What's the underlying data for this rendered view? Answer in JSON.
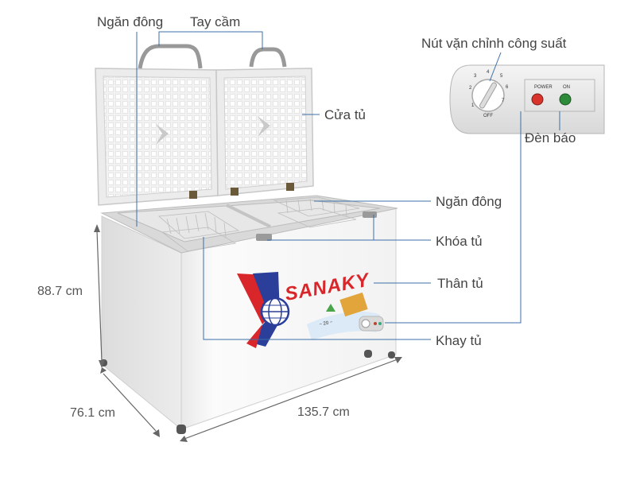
{
  "labels": {
    "ngan_dong_top": "Ngăn đông",
    "tay_cam": "Tay cầm",
    "nut_van": "Nút vặn chỉnh công suất",
    "cua_tu": "Cửa tủ",
    "den_bao": "Đèn báo",
    "ngan_dong_right": "Ngăn đông",
    "khoa_tu": "Khóa tủ",
    "than_tu": "Thân tủ",
    "khay_tu": "Khay tủ"
  },
  "dimensions": {
    "height": "88.7 cm",
    "depth": "76.1 cm",
    "width": "135.7 cm"
  },
  "brand": "SANAKY",
  "control_panel": {
    "power": "POWER",
    "on": "ON",
    "off": "OFF",
    "dial_numbers": [
      "1",
      "2",
      "3",
      "4",
      "5",
      "6",
      "7"
    ],
    "colors": {
      "power_led": "#d8342c",
      "on_led": "#2e8b3a"
    }
  },
  "colors": {
    "leader": "#3c6fa8",
    "brand_red": "#d8262a",
    "brand_blue": "#2a3e9a"
  }
}
